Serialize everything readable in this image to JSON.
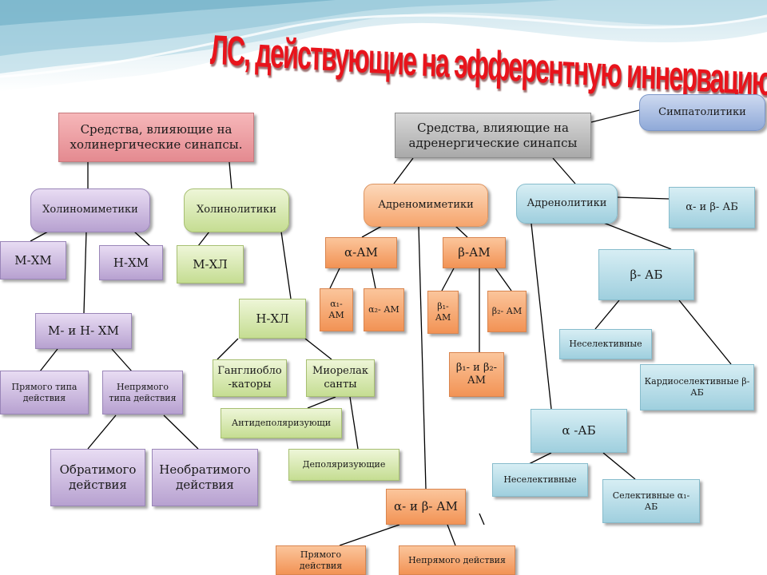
{
  "title": "ЛС, действующие на эфферентную иннервацию",
  "nodes": {
    "cholinergic": "Средства, влияющие на холинергические синапсы.",
    "adrenergic": "Средства, влияющие на адренергические синапсы",
    "sympatholytics": "Симпатолитики",
    "cholinomimetics": "Холиномиметики",
    "cholinolytics": "Холинолитики",
    "m_hm": "М-ХМ",
    "n_hm": "Н-ХМ",
    "m_hl": "М-ХЛ",
    "mn_hm": "М- и Н- ХМ",
    "n_hl": "Н-ХЛ",
    "direct_action": "Прямого типа действия",
    "indirect_action": "Непрямого типа действия",
    "reversible": "Обратимого действия",
    "irreversible": "Необратимого действия",
    "ganglioblockers": "Ганглиобло -каторы",
    "myorelaxants": "Миорелак санты",
    "antidepolarizing": "Антидеполяризующи",
    "depolarizing": "Деполяризующие",
    "adrenomimetics": "Адреномиметики",
    "alpha_am": "α-АМ",
    "beta_am": "β-АМ",
    "alpha1_am": "α₁- АМ",
    "alpha2_am": "α₂- АМ",
    "beta1_am": "β₁- АМ",
    "beta2_am": "β₂- АМ",
    "beta12_am": "β₁- и β₂- АМ",
    "ab_am": "α- и β- АМ",
    "ab_direct": "Прямого действия",
    "ab_indirect": "Непрямого действия",
    "adrenolytics": "Адренолитики",
    "ab_ab": "α- и β- АБ",
    "beta_ab": "β- АБ",
    "beta_nonselective": "Неселективные",
    "cardioselective": "Кардиоселективные β-АБ",
    "alpha_ab": "α -АБ",
    "alpha_nonselective": "Неселективные",
    "selective_alpha1": "Селективные α₁- АБ"
  }
}
